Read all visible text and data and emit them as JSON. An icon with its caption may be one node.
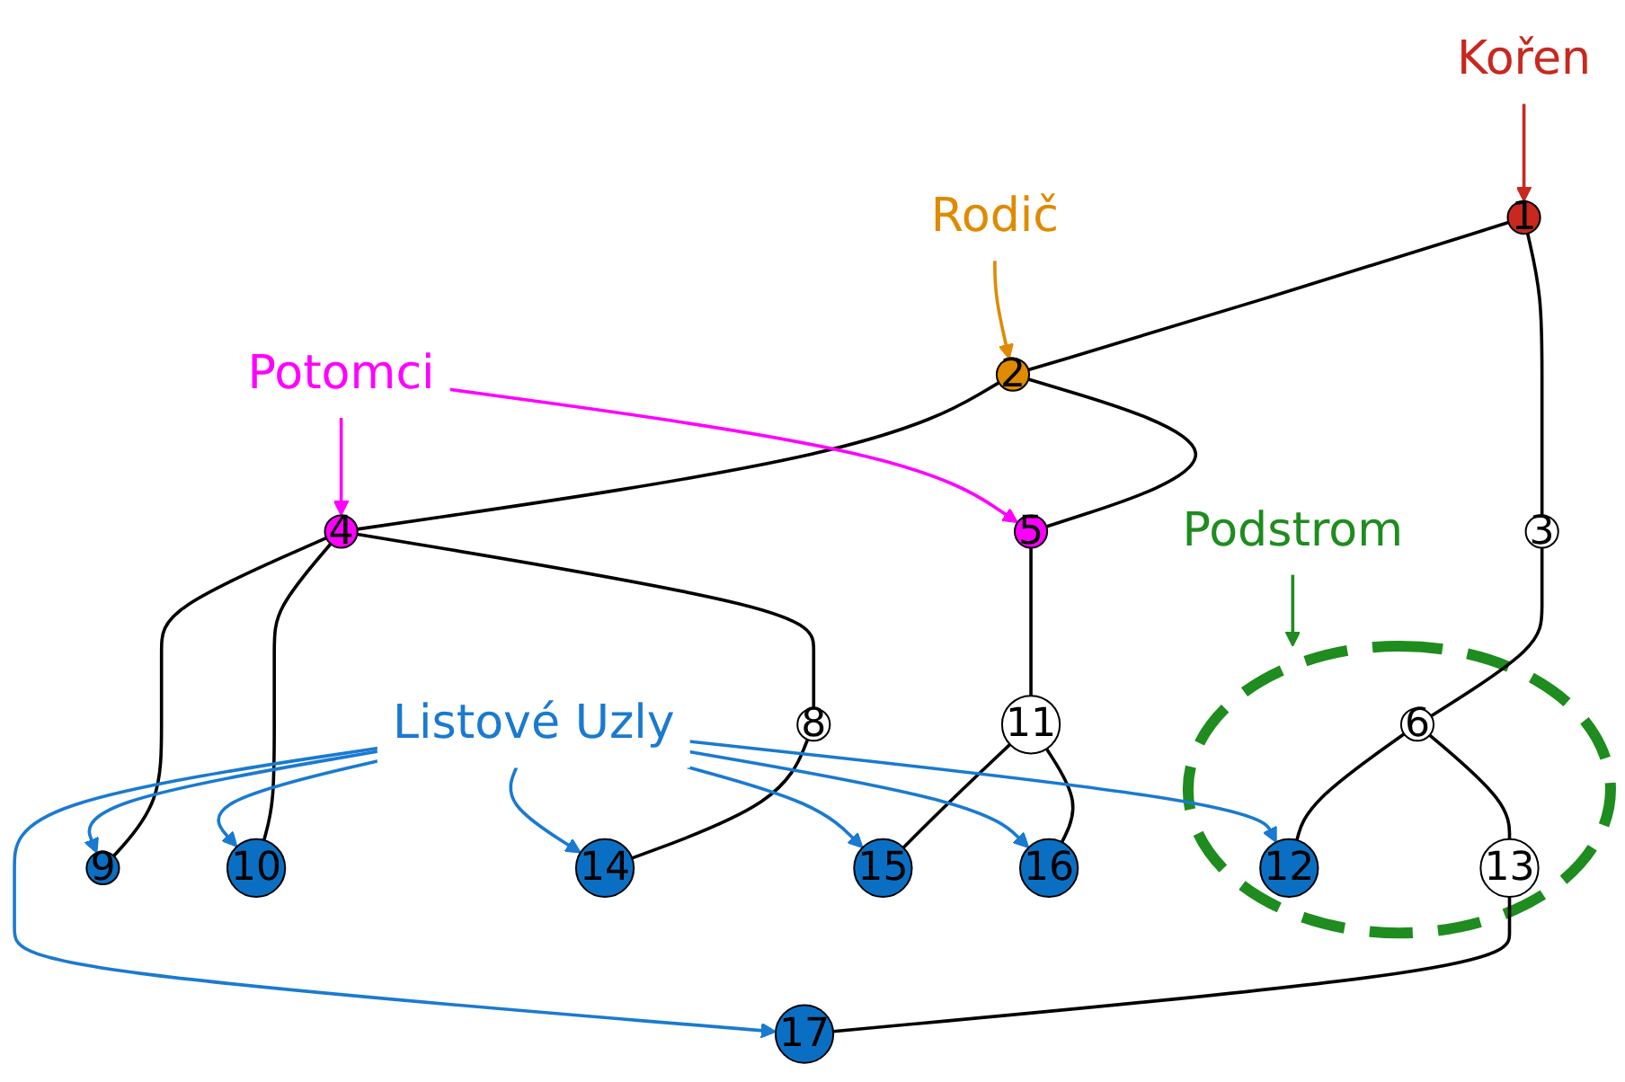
{
  "diagram": {
    "nodes": [
      {
        "text": [
          "Kořen"
        ]
      },
      {
        "text": [
          "1"
        ]
      },
      {
        "text": [
          "Rodič"
        ]
      },
      {
        "text": [
          "2"
        ]
      },
      {
        "text": [
          "3"
        ]
      },
      {
        "text": [
          "Podstrom"
        ]
      },
      {
        "text": [],
        "shape": "ellipse"
      },
      {
        "text": [
          "4"
        ]
      },
      {
        "text": [
          "Potomci"
        ]
      },
      {
        "text": [
          "5"
        ]
      },
      {
        "text": [
          "6"
        ],
        "in": 6
      },
      {
        "text": [
          "8"
        ]
      },
      {
        "text": [
          "9"
        ]
      },
      {
        "text": [
          "10"
        ]
      },
      {
        "text": [
          "11"
        ]
      },
      {
        "text": [
          "12"
        ],
        "in": 6
      },
      {
        "text": [
          "13"
        ],
        "in": 6
      },
      {
        "text": [
          "14"
        ]
      },
      {
        "text": [
          "15"
        ]
      },
      {
        "text": [
          "16"
        ]
      },
      {
        "text": [
          "17"
        ]
      },
      {
        "text": [
          "Listové Uzly"
        ]
      }
    ],
    "edges": [
      {
        "from": 1,
        "to": 3,
        "arrow": "none"
      },
      {
        "from": 1,
        "to": 4,
        "arrow": "none"
      },
      {
        "from": 3,
        "to": 7,
        "arrow": "none"
      },
      {
        "from": 3,
        "to": 9,
        "arrow": "none"
      },
      {
        "from": 4,
        "to": 10,
        "arrow": "none"
      },
      {
        "from": 7,
        "to": 11,
        "arrow": "none"
      },
      {
        "from": 7,
        "to": 12,
        "arrow": "none"
      },
      {
        "from": 7,
        "to": 13,
        "arrow": "none"
      },
      {
        "from": 9,
        "to": 14,
        "arrow": "none"
      },
      {
        "from": 10,
        "to": 15,
        "arrow": "none"
      },
      {
        "from": 10,
        "to": 16,
        "arrow": "none"
      },
      {
        "from": 11,
        "to": 17,
        "arrow": "none"
      },
      {
        "from": 14,
        "to": 18,
        "arrow": "none"
      },
      {
        "from": 14,
        "to": 19,
        "arrow": "none"
      },
      {
        "from": 16,
        "to": 20,
        "arrow": "none"
      },
      {
        "from": 0,
        "to": 1,
        "arrow": "to",
        "color": "#c8281e"
      },
      {
        "from": 2,
        "to": 3,
        "arrow": "to",
        "color": "#e08a00"
      },
      {
        "from": 8,
        "to": 7,
        "arrow": "to",
        "color": "#ff00ff"
      },
      {
        "from": 8,
        "to": 9,
        "arrow": "to",
        "color": "#ff00ff"
      },
      {
        "from": 5,
        "to": 6,
        "arrow": "to",
        "color": "#1e8c1e"
      },
      {
        "from": 21,
        "to": 12,
        "arrow": "to",
        "color": "#1a7ad0"
      },
      {
        "from": 21,
        "to": 13,
        "arrow": "to",
        "color": "#1a7ad0"
      },
      {
        "from": 21,
        "to": 17,
        "arrow": "to",
        "color": "#1a7ad0"
      },
      {
        "from": 21,
        "to": 18,
        "arrow": "to",
        "color": "#1a7ad0"
      },
      {
        "from": 21,
        "to": 19,
        "arrow": "to",
        "color": "#1a7ad0"
      },
      {
        "from": 21,
        "to": 15,
        "arrow": "to",
        "color": "#1a7ad0"
      },
      {
        "from": 21,
        "to": 20,
        "arrow": "to",
        "color": "#1a7ad0"
      }
    ]
  }
}
